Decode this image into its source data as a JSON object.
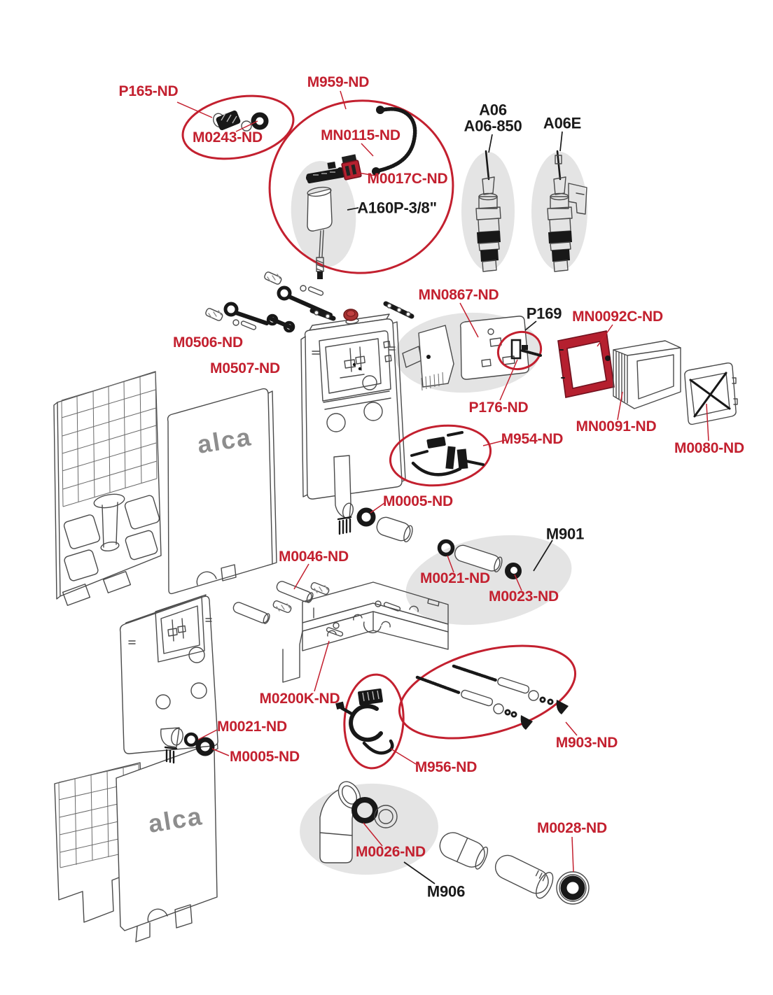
{
  "brand": {
    "logo_text": "alca"
  },
  "colors": {
    "label_red": "#c3202f",
    "label_black": "#1a1a1a",
    "highlight_frame_red": "#b82030",
    "part_shadow_gray": "#e4e4e4",
    "line_gray": "#4a4a4a",
    "logo_gray": "#8d8d8d",
    "cap_red": "#a83232"
  },
  "labels": [
    {
      "id": "p165",
      "text": "P165-ND",
      "color": "red"
    },
    {
      "id": "m0243",
      "text": "M0243-ND",
      "color": "red"
    },
    {
      "id": "m959",
      "text": "M959-ND",
      "color": "red"
    },
    {
      "id": "mn0115",
      "text": "MN0115-ND",
      "color": "red"
    },
    {
      "id": "m0017c",
      "text": "M0017C-ND",
      "color": "red"
    },
    {
      "id": "a160p",
      "text": "A160P-3/8\"",
      "color": "black"
    },
    {
      "id": "a06",
      "text": "A06",
      "color": "black"
    },
    {
      "id": "a06-850",
      "text": "A06-850",
      "color": "black"
    },
    {
      "id": "a06e",
      "text": "A06E",
      "color": "black"
    },
    {
      "id": "mn0867",
      "text": "MN0867-ND",
      "color": "red"
    },
    {
      "id": "p169",
      "text": "P169",
      "color": "black"
    },
    {
      "id": "mn0092c",
      "text": "MN0092C-ND",
      "color": "red"
    },
    {
      "id": "p176",
      "text": "P176-ND",
      "color": "red"
    },
    {
      "id": "mn0091",
      "text": "MN0091-ND",
      "color": "red"
    },
    {
      "id": "m0080",
      "text": "M0080-ND",
      "color": "red"
    },
    {
      "id": "m0506",
      "text": "M0506-ND",
      "color": "red"
    },
    {
      "id": "m0507",
      "text": "M0507-ND",
      "color": "red"
    },
    {
      "id": "m954",
      "text": "M954-ND",
      "color": "red"
    },
    {
      "id": "m0005a",
      "text": "M0005-ND",
      "color": "red"
    },
    {
      "id": "m901",
      "text": "M901",
      "color": "black"
    },
    {
      "id": "m0021a",
      "text": "M0021-ND",
      "color": "red"
    },
    {
      "id": "m0023",
      "text": "M0023-ND",
      "color": "red"
    },
    {
      "id": "m0046",
      "text": "M0046-ND",
      "color": "red"
    },
    {
      "id": "m0200k",
      "text": "M0200K-ND",
      "color": "red"
    },
    {
      "id": "m0021b",
      "text": "M0021-ND",
      "color": "red"
    },
    {
      "id": "m0005b",
      "text": "M0005-ND",
      "color": "red"
    },
    {
      "id": "m956",
      "text": "M956-ND",
      "color": "red"
    },
    {
      "id": "m903",
      "text": "M903-ND",
      "color": "red"
    },
    {
      "id": "m0026",
      "text": "M0026-ND",
      "color": "red"
    },
    {
      "id": "m906",
      "text": "M906",
      "color": "black"
    },
    {
      "id": "m0028",
      "text": "M0028-ND",
      "color": "red"
    }
  ]
}
